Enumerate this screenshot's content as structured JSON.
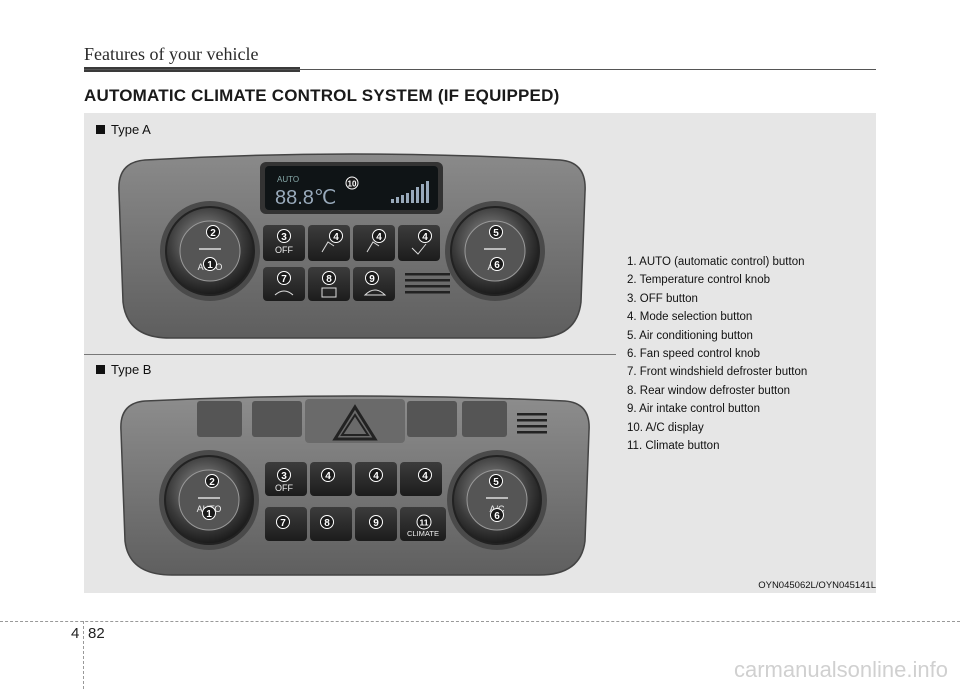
{
  "header": {
    "title": "Features of your vehicle"
  },
  "section_title": "AUTOMATIC CLIMATE CONTROL SYSTEM (IF EQUIPPED)",
  "type_a_label": "Type A",
  "type_b_label": "Type B",
  "legend": [
    "1. AUTO (automatic control) button",
    "2. Temperature control knob",
    "3. OFF button",
    "4. Mode selection button",
    "5. Air conditioning button",
    "6. Fan speed control knob",
    "7. Front windshield defroster button",
    "8. Rear window defroster button",
    "9. Air intake control button",
    "10. A/C display",
    "11. Climate button"
  ],
  "panel_labels": {
    "auto": "AUTO",
    "off": "OFF",
    "ac": "A/C",
    "climate": "CLIMATE",
    "display_auto": "AUTO",
    "display_temp": "88.8℃"
  },
  "image_code": "OYN045062L/OYN045141L",
  "footer": {
    "section": "4",
    "page": "82"
  },
  "watermark": "carmanualsonline.info"
}
